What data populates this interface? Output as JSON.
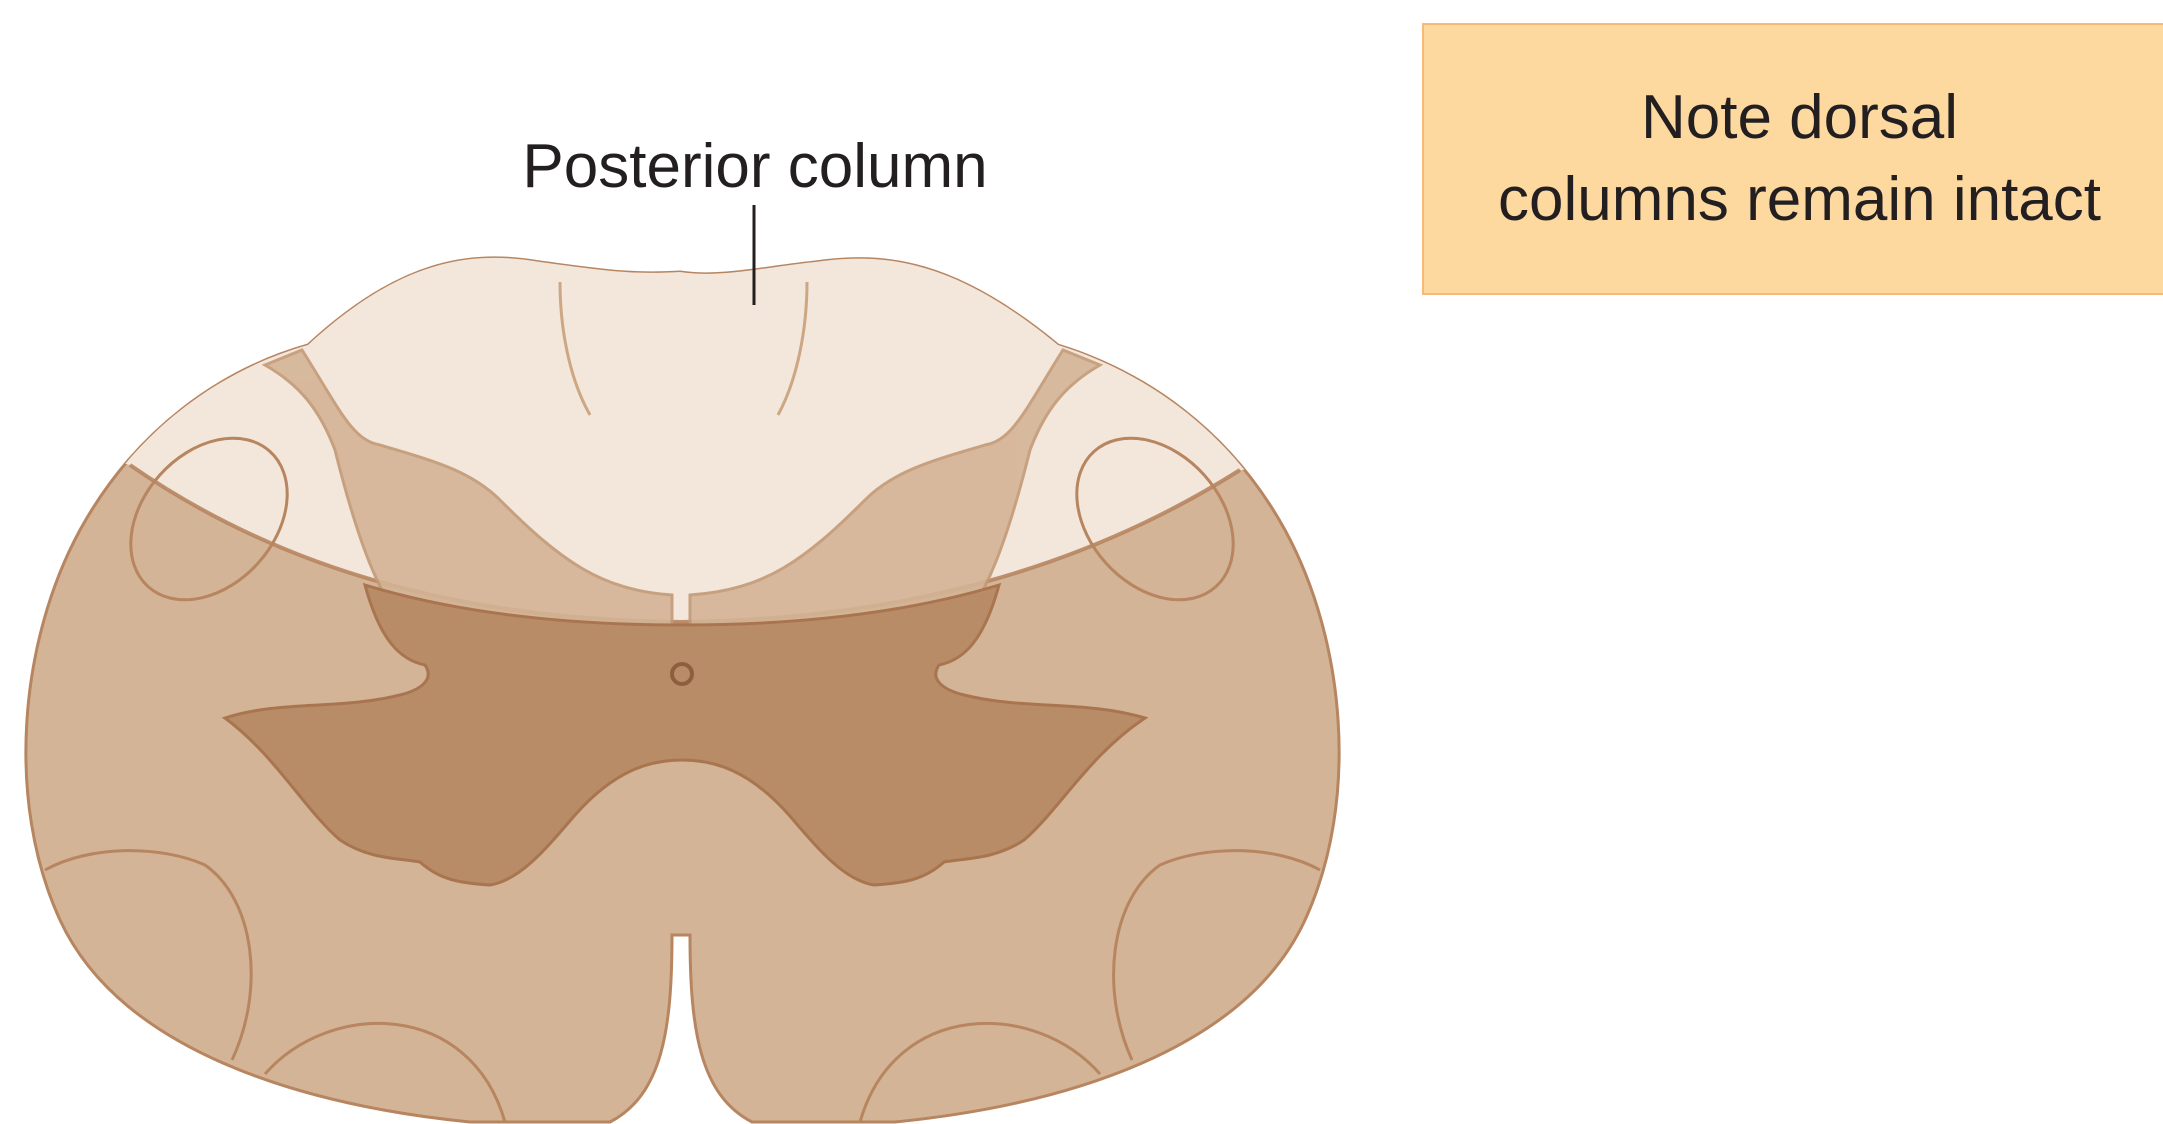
{
  "diagram": {
    "label": "Posterior column",
    "note_lines": [
      "Note dorsal",
      "columns remain intact"
    ]
  },
  "colors": {
    "cord_dark": "#d4b496",
    "cord_light": "#f3e6da",
    "gray_matter": "#b98c68",
    "cord_outline": "#b78560",
    "note_fill": "#fdd9a0",
    "note_border": "#f6b977",
    "text": "#231f20"
  }
}
